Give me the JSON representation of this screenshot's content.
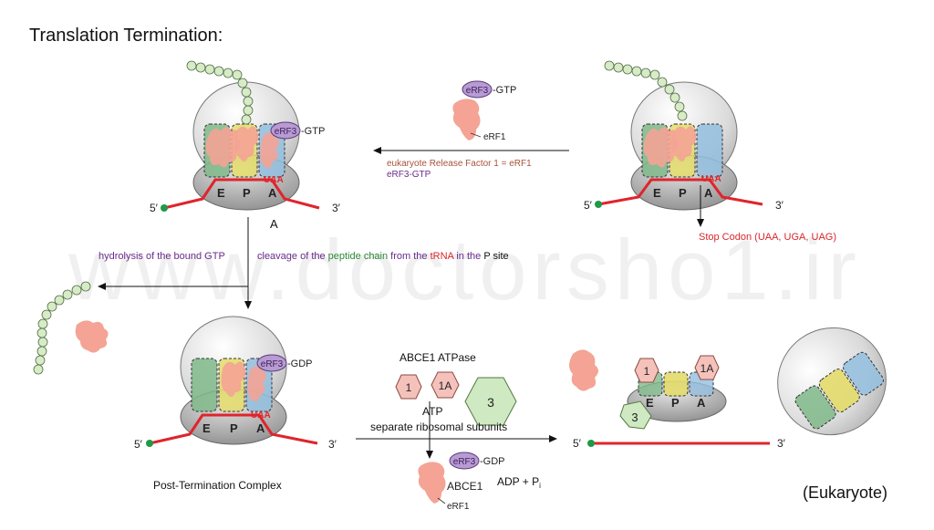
{
  "title": "Translation Termination:",
  "watermark": "www.doctorsho1.ir",
  "sites": {
    "e": "E",
    "p": "P",
    "a": "A"
  },
  "codon": "UAA",
  "prime5": "5′",
  "prime3": "3′",
  "factors": {
    "erf3": "eRF3",
    "gtp_suffix": "-GTP",
    "gdp_suffix": "-GDP",
    "erf1": "eRF1",
    "abce1": "ABCE1",
    "one": "1",
    "one_a": "1A",
    "three": "3"
  },
  "labels": {
    "stop_codon": "Stop Codon (UAA, UGA, UAG)",
    "release_factor_line1": "eukaryote Release Factor 1 = eRF1",
    "release_factor_line2": "eRF3-GTP",
    "stage_a": "A",
    "hydrolysis": "hydrolysis of the bound GTP",
    "cleavage_1": "cleavage of the ",
    "cleavage_2": "peptide chain",
    "cleavage_3": " from the ",
    "cleavage_4": "tRNA",
    "cleavage_5": " in the ",
    "cleavage_6": "P site",
    "abce1_atpase": "ABCE1  ATPase",
    "atp": "ATP",
    "separate": "separate ribosomal subunits",
    "adp_pi": "ADP + P",
    "pi_sub": "i",
    "post_term": "Post-Termination Complex",
    "eukaryote": "(Eukaryote)"
  },
  "colors": {
    "mrna": "#e0242c",
    "ribosome_fill": "#dcdcdc",
    "e_site": "#7fb98a",
    "p_site": "#e3dc6a",
    "a_site": "#93bede",
    "trna": "#f4a395",
    "erf3": "#b99bd3",
    "peptide": "#d6ecc6",
    "cap": "#1e9a48",
    "purple_text": "#6a2b8c",
    "red_text": "#d9262a",
    "green_text": "#2a8a36",
    "brown_text": "#a8523a"
  }
}
